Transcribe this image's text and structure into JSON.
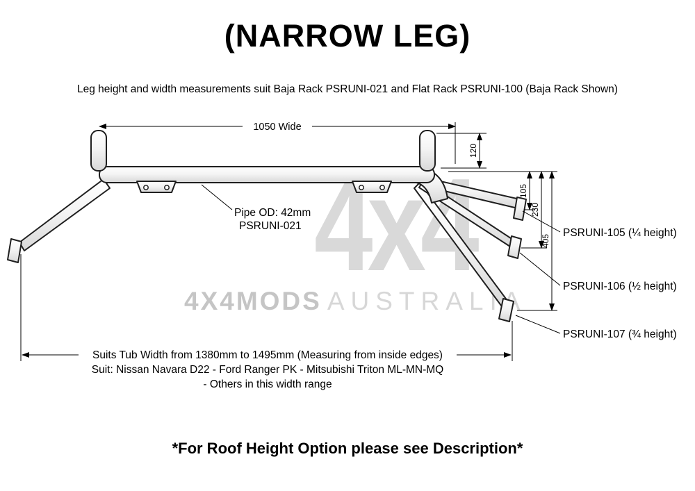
{
  "header": {
    "title": "(NARROW LEG)",
    "subtitle": "Leg height and width measurements suit Baja Rack PSRUNI-021 and Flat Rack PSRUNI-100 (Baja Rack Shown)"
  },
  "diagram": {
    "width_dim": "1050 Wide",
    "upright_dim": "120",
    "dims": {
      "quarter": "105",
      "half": "230",
      "three_quarter": "405"
    },
    "pipe": {
      "line1": "Pipe OD: 42mm",
      "line2": "PSRUNI-021"
    },
    "legs": [
      {
        "label": "PSRUNI-105 (¼ height)"
      },
      {
        "label": "PSRUNI-106 (½ height)"
      },
      {
        "label": "PSRUNI-107 (¾ height)"
      }
    ],
    "notes": {
      "tub_width": "Suits Tub Width from 1380mm to 1495mm (Measuring from inside edges)",
      "suits": "Suit: Nissan Navara D22 - Ford Ranger PK - Mitsubishi Triton ML-MN-MQ",
      "others": "- Others in this width range"
    }
  },
  "watermark": {
    "logo": "4x4",
    "brand_bold": "4X4MODS",
    "brand_light": "AUSTRALIA",
    "color": "#d9d9d9"
  },
  "footer": {
    "note": "*For Roof Height Option please see Description*"
  }
}
